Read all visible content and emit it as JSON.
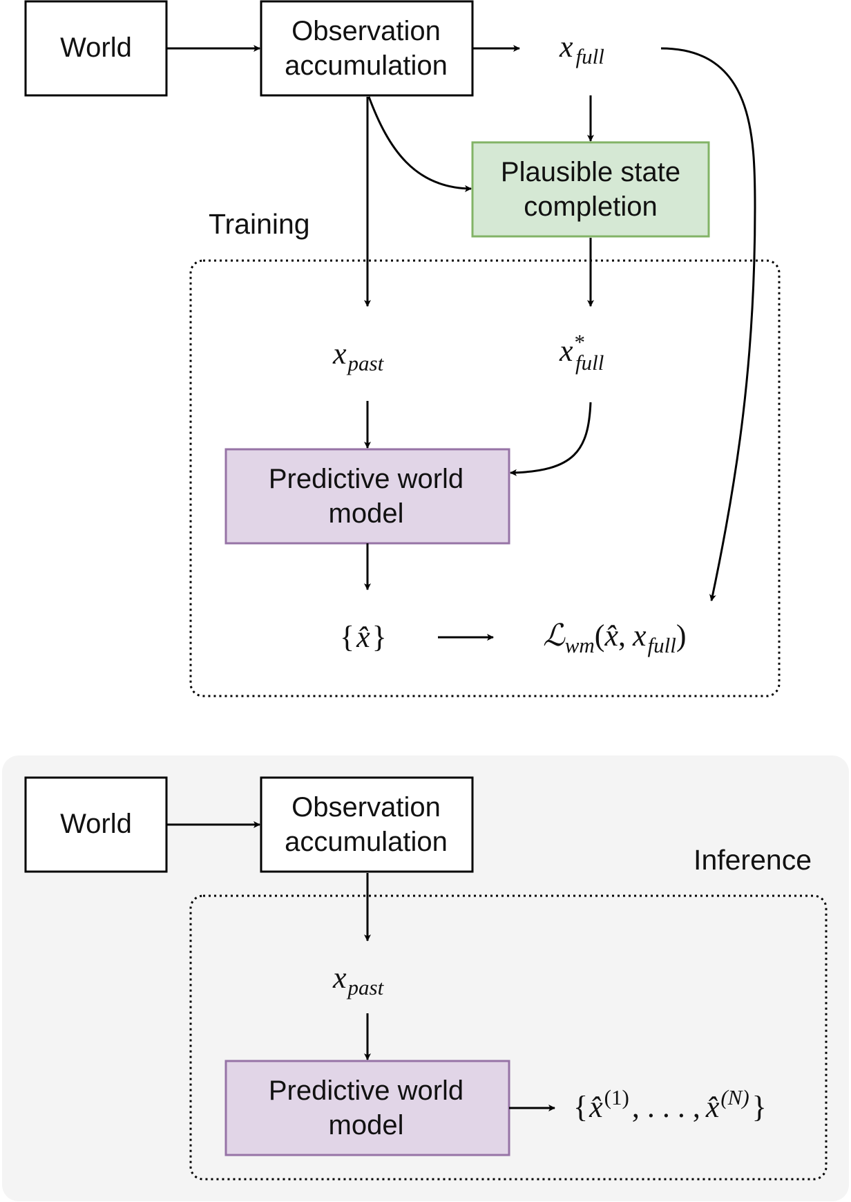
{
  "colors": {
    "plain_box_fill": "#ffffff",
    "plain_box_stroke": "#000000",
    "completion_fill": "#d5e8d4",
    "completion_stroke": "#82b366",
    "model_fill": "#e1d5e7",
    "model_stroke": "#9673a6",
    "inference_panel_fill": "#f4f4f4"
  },
  "training": {
    "region_label": "Training",
    "world": "World",
    "observation_line1": "Observation",
    "observation_line2": "accumulation",
    "completion_line1": "Plausible state",
    "completion_line2": "completion",
    "model_line1": "Predictive world",
    "model_line2": "model",
    "x_full": {
      "base": "x",
      "sub": "full"
    },
    "x_past": {
      "base": "x",
      "sub": "past"
    },
    "x_full_star": {
      "base": "x",
      "sup": "*",
      "sub": "full"
    },
    "x_hat_set": {
      "open": "{",
      "hat": "x̂",
      "close": "}"
    },
    "loss": {
      "script": "ℒ",
      "sub": "wm",
      "open": "(",
      "hat": "x̂",
      "comma": ",",
      "x": "x",
      "x_sub": "full",
      "close": ")"
    }
  },
  "inference": {
    "region_label": "Inference",
    "world": "World",
    "observation_line1": "Observation",
    "observation_line2": "accumulation",
    "model_line1": "Predictive world",
    "model_line2": "model",
    "x_past": {
      "base": "x",
      "sub": "past"
    },
    "samples": {
      "open": "{",
      "hat1": "x̂",
      "sup1": "(1)",
      "dots": ", . . . ,",
      "hat2": "x̂",
      "sup2": "(N)",
      "close": "}"
    }
  }
}
